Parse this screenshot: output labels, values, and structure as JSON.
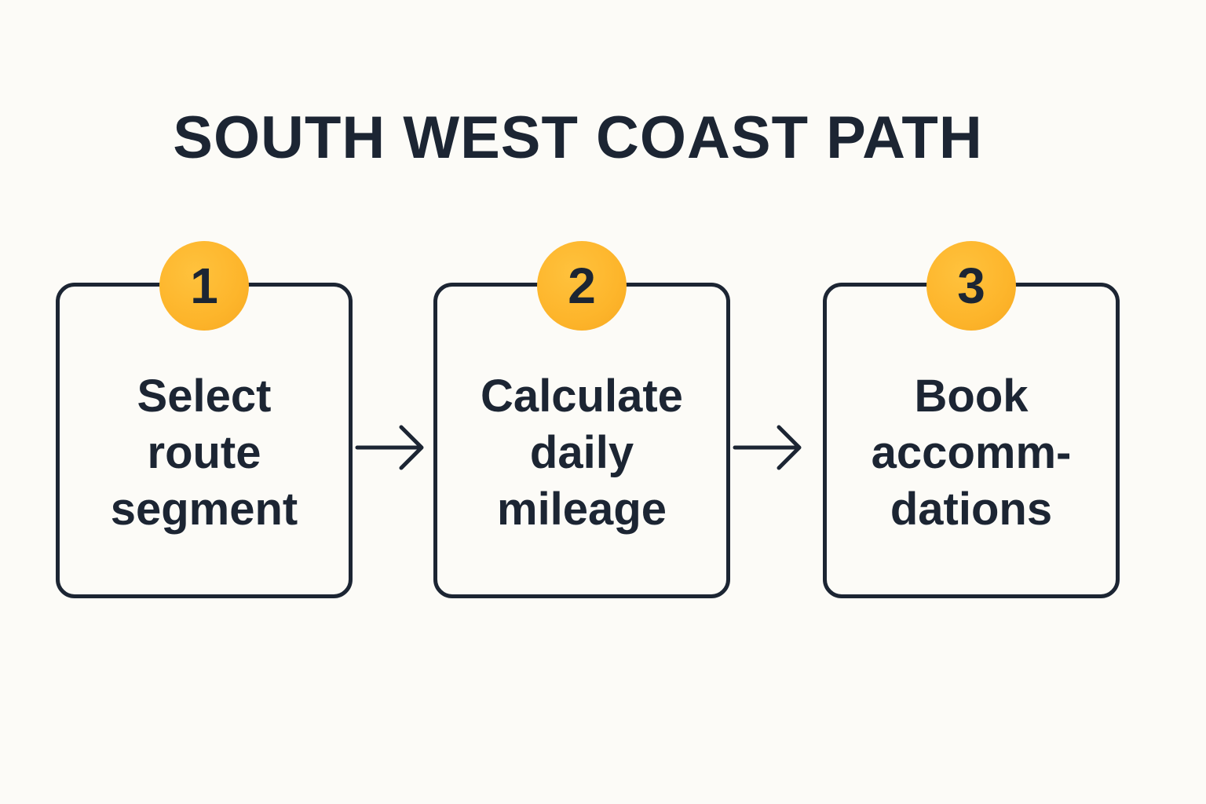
{
  "title": "SOUTH WEST COAST PATH",
  "steps": [
    {
      "number": "1",
      "lines": [
        "Select",
        "route",
        "segment"
      ]
    },
    {
      "number": "2",
      "lines": [
        "Calculate",
        "daily",
        "mileage"
      ]
    },
    {
      "number": "3",
      "lines": [
        "Book",
        "accomm-",
        "dations"
      ]
    }
  ],
  "colors": {
    "background": "#fcfbf7",
    "ink": "#1c2533",
    "badge": "#fdb52b"
  },
  "icons": {
    "connector": "arrow-right-icon"
  }
}
